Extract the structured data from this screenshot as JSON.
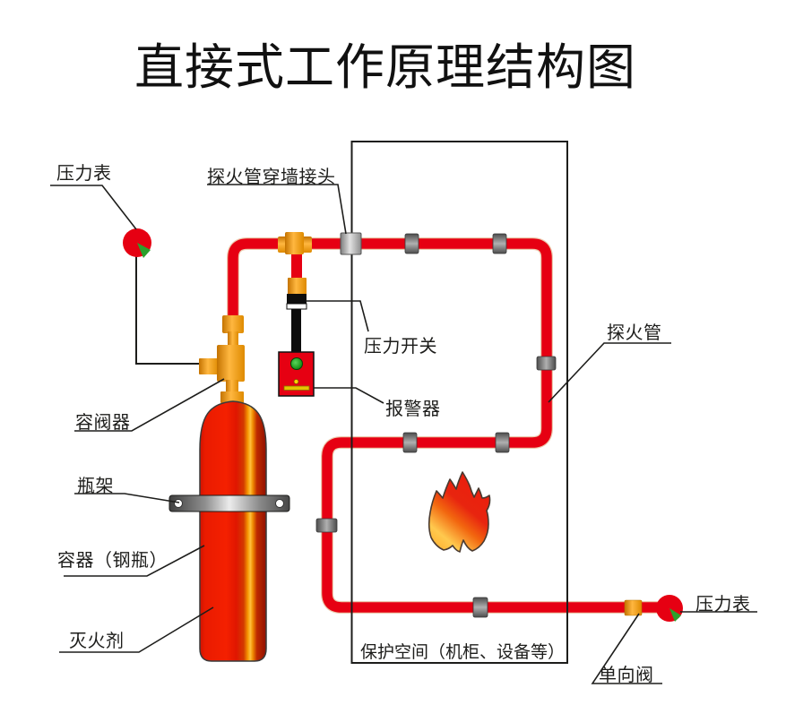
{
  "title": "直接式工作原理结构图",
  "labels": {
    "pressure_gauge_left": "压力表",
    "wall_joint": "探火管穿墙接头",
    "pressure_switch": "压力开关",
    "alarm": "报警器",
    "container_valve": "容阀器",
    "bottle_rack": "瓶架",
    "container_bottle": "容器（钢瓶）",
    "extinguishing_agent": "灭火剂",
    "detection_tube": "探火管",
    "pressure_gauge_right": "压力表",
    "check_valve": "单向阀",
    "protected_space": "保护空间（机柜、设备等）"
  },
  "colors": {
    "pipe_red": "#e60012",
    "fitting_orange": "#f7a600",
    "clamp_gray": "#8a8a8a",
    "wall_fitting_gray": "#c2c2c2",
    "gauge_red": "#e60012",
    "gauge_needle_green": "#2ca02c",
    "alarm_body_red": "#e60012",
    "alarm_led_green": "#2a9b2a",
    "alarm_bar_yellow": "#e5c400",
    "switch_black": "#0d0d0d",
    "bottle_highlight": "#ffc13d",
    "line_black": "#1d1d1b"
  }
}
